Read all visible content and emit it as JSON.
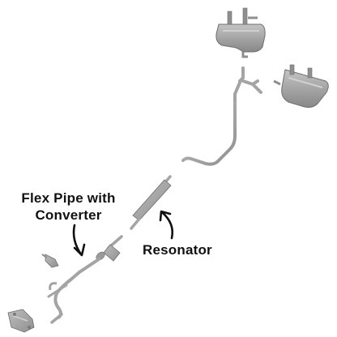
{
  "labels": {
    "flex_pipe_line1": "Flex Pipe with",
    "flex_pipe_line2": "Converter",
    "resonator": "Resonator"
  },
  "colors": {
    "part_fill": "#a9a9a9",
    "part_shade": "#8a8a8a",
    "part_light": "#d0d0d0",
    "outline": "#6e6e6e",
    "pipe": "#a4a4a4",
    "arrow": "#111111",
    "text": "#111111"
  },
  "icons": [
    "exhaust-system-icon",
    "curved-arrow-icon"
  ]
}
